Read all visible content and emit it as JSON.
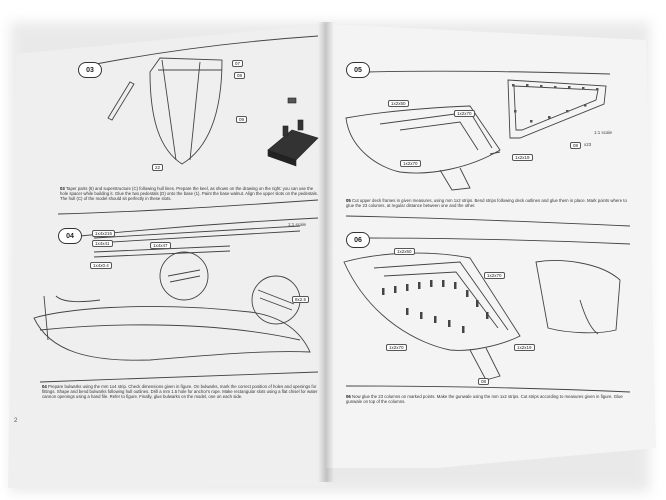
{
  "page_number_left": "2",
  "steps": {
    "s03": {
      "badge": "03",
      "caption_num": "03",
      "caption": "Taper parts (8) and superstructure (C) following hull lines. Prepare the keel, as shown on the drawing on the right: you can use the hole spacer while building it. Glue the two pedestals (D) onto the base (1). Paint the base walnut. Align the upper slots on the pedestals. The hull (C) of the model should sit perfectly in these slots.",
      "labels": [
        "07",
        "08",
        "09",
        "22"
      ]
    },
    "s04": {
      "badge": "04",
      "caption_num": "04",
      "caption": "Prepare bulwarks using the mm 1x4 strip. Check dimensions given in figure. On bulwarks, mark the correct position of holes and openings for fittings. Shape and bend bulwarks following hull outlines. Drill a mm 1.5 hole for anchor's rope. Make rectangular slots using a flat chisel for water cannon openings using a hand file. Refer to figure. Finally, glue bulwarks on the model, one on each side.",
      "labels": [
        "1x4x215",
        "1x4x41",
        "1x4x47",
        "1x4x0.4",
        "8x2.5"
      ],
      "scale": "1:1 scale"
    },
    "s05": {
      "badge": "05",
      "caption_num": "05",
      "caption": "Cut upper deck frames in given measures, using mm 1x2 strips. Bend strips following deck outlines and glue them in place. Mark points where to glue the 23 columns, at regular distance between one and the other.",
      "labels": [
        "1x2x50",
        "1x2x70",
        "1x2x70",
        "1x2x19",
        "08",
        "x23"
      ],
      "scale": "1:1 scale"
    },
    "s06": {
      "badge": "06",
      "caption_num": "06",
      "caption": "Now glue the 23 columns on marked points. Make the gunwale using the mm 1x2 strips. Cut strips according to measures given in figure. Glue gunwale on top of the columns.",
      "labels": [
        "1x2x50",
        "1x2x70",
        "1x2x70",
        "1x2x19",
        "08"
      ]
    }
  }
}
